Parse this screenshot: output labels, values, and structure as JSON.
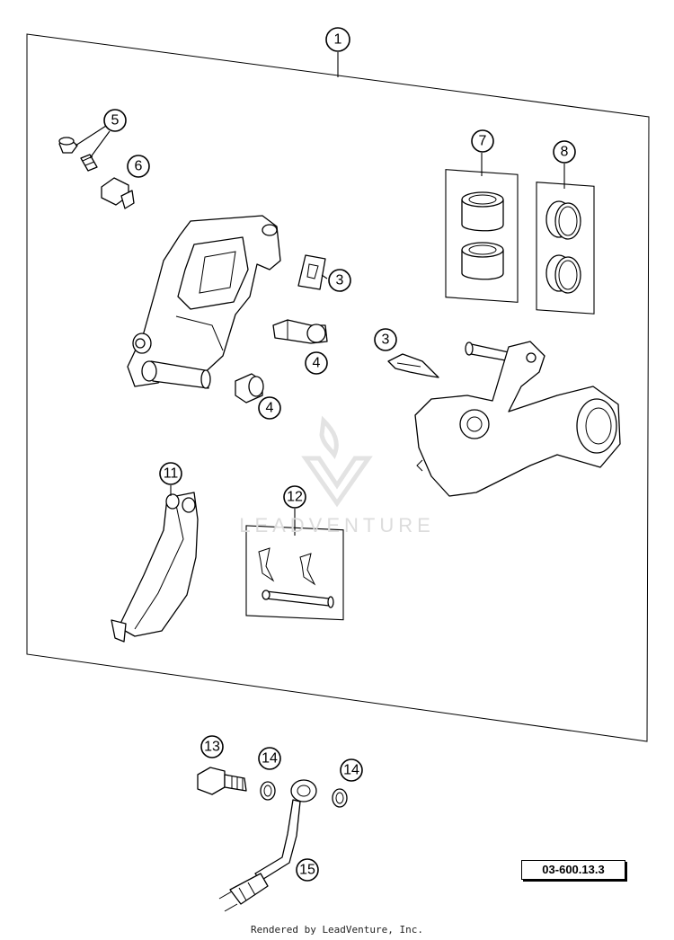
{
  "callouts": [
    {
      "label": "1"
    },
    {
      "label": "5"
    },
    {
      "label": "6"
    },
    {
      "label": "7"
    },
    {
      "label": "8"
    },
    {
      "label": "3"
    },
    {
      "label": "4"
    },
    {
      "label": "3"
    },
    {
      "label": "4"
    },
    {
      "label": "11"
    },
    {
      "label": "12"
    },
    {
      "label": "13"
    },
    {
      "label": "14"
    },
    {
      "label": "14"
    },
    {
      "label": "15"
    }
  ],
  "diagram_code": "03-600.13.3",
  "watermark": "LEADVENTURE",
  "footer": "Rendered by LeadVenture, Inc.",
  "colors": {
    "line": "#000000",
    "background": "#ffffff",
    "watermark": "#dcdcdc"
  }
}
